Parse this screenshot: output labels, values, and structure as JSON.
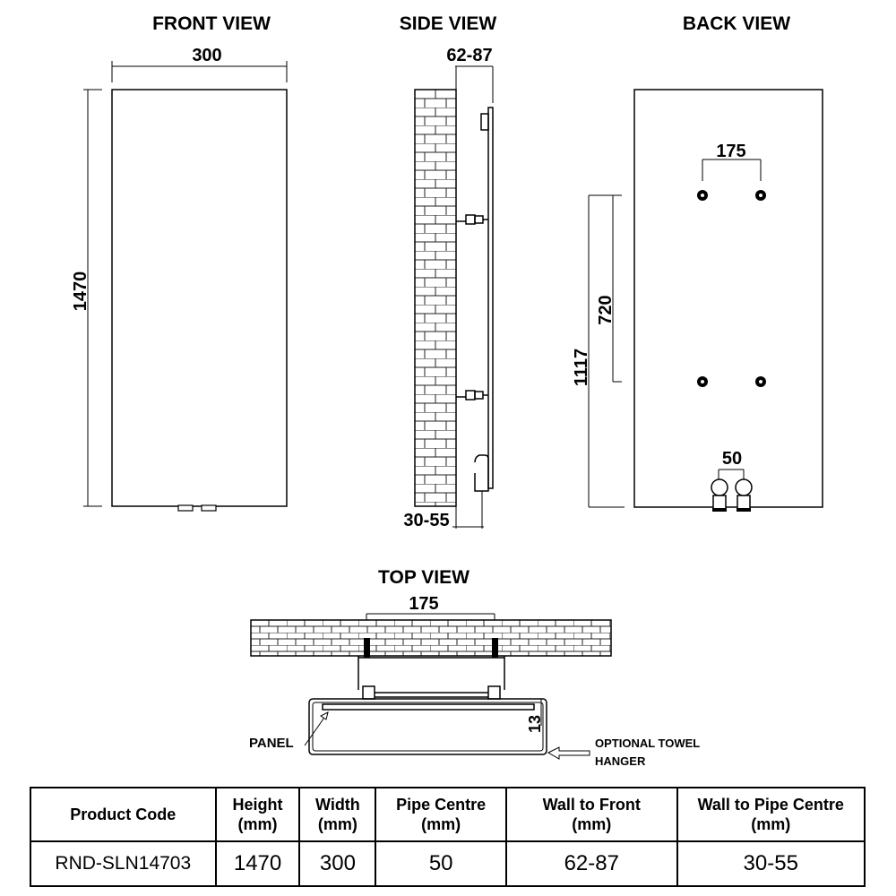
{
  "views": {
    "front": {
      "title": "FRONT VIEW",
      "width_dim": "300",
      "height_dim": "1470"
    },
    "side": {
      "title": "SIDE VIEW",
      "wall_to_front": "62-87",
      "wall_to_pipe": "30-55"
    },
    "back": {
      "title": "BACK VIEW",
      "bracket_spacing": "175",
      "bracket_vertical": "720",
      "height_to_bracket": "1117",
      "pipe_centre": "50"
    },
    "top": {
      "title": "TOP VIEW",
      "bracket_spacing": "175",
      "gap": "13",
      "panel_label": "PANEL",
      "towel_hanger_line1": "OPTIONAL TOWEL",
      "towel_hanger_line2": "HANGER"
    }
  },
  "table": {
    "headers": [
      [
        "Product Code",
        ""
      ],
      [
        "Height",
        "(mm)"
      ],
      [
        "Width",
        "(mm)"
      ],
      [
        "Pipe Centre",
        "(mm)"
      ],
      [
        "Wall to Front",
        "(mm)"
      ],
      [
        "Wall to Pipe Centre",
        "(mm)"
      ]
    ],
    "row": [
      "RND-SLN14703",
      "1470",
      "300",
      "50",
      "62-87",
      "30-55"
    ]
  },
  "colors": {
    "line": "#000000",
    "background": "#ffffff"
  }
}
